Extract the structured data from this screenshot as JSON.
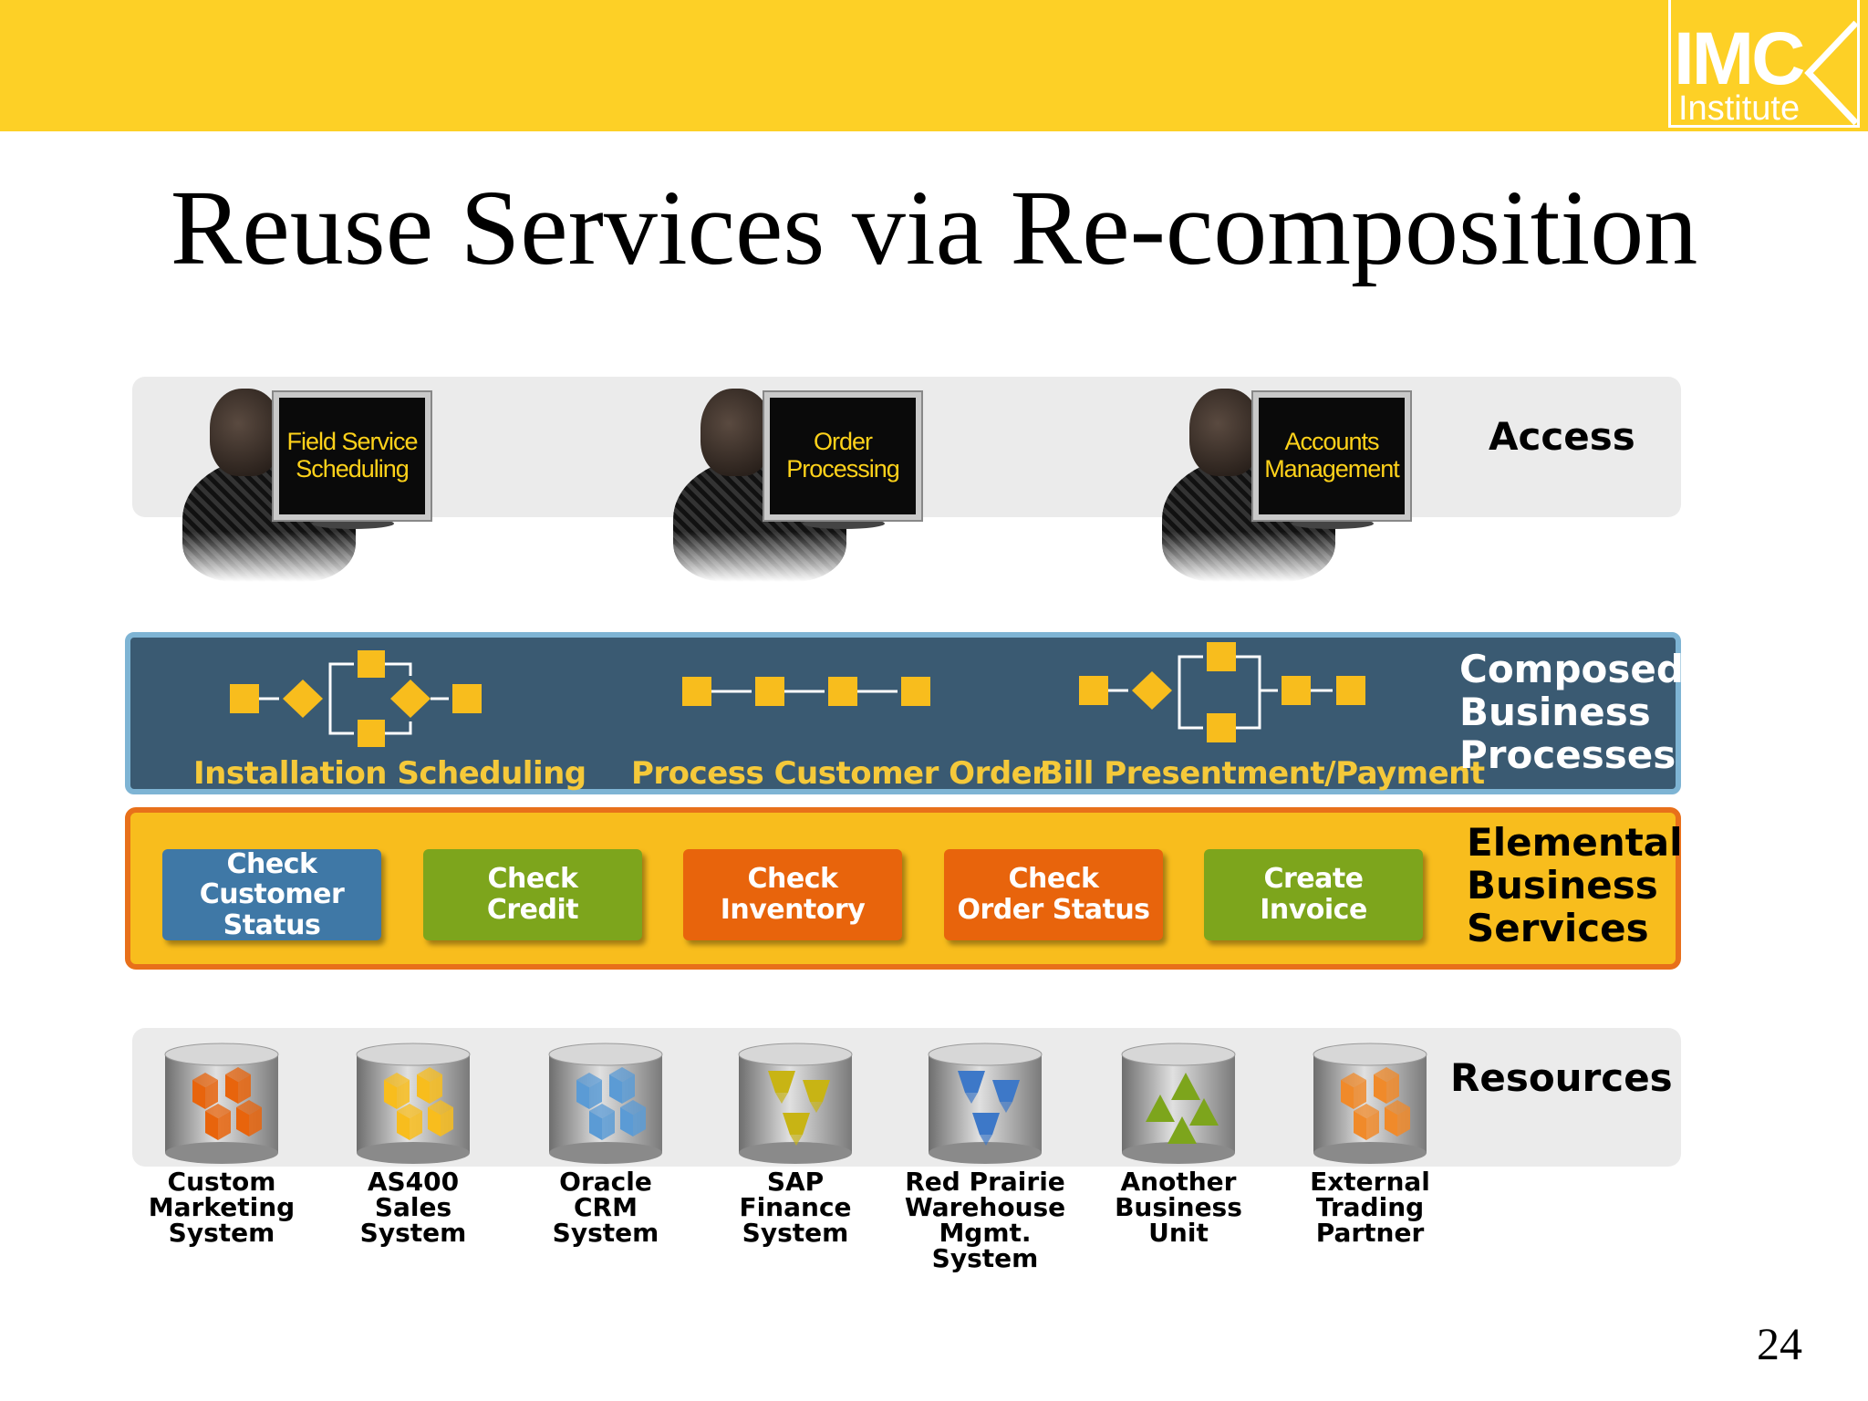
{
  "header": {
    "logo_main": "IMC",
    "logo_sub": "Institute",
    "title": "Reuse Services via Re-composition"
  },
  "access": {
    "label": "Access",
    "screens": [
      "Field Service Scheduling",
      "Order Processing",
      "Accounts Management"
    ]
  },
  "composed": {
    "label_lines": [
      "Composed",
      "Business",
      "Processes"
    ],
    "processes": [
      "Installation Scheduling",
      "Process Customer Order",
      "Bill Presentment/Payment"
    ]
  },
  "elemental": {
    "label_lines": [
      "Elemental",
      "Business",
      "Services"
    ],
    "services": [
      {
        "line1": "Check",
        "line2": "Customer Status",
        "color": "#3f78a6"
      },
      {
        "line1": "Check",
        "line2": "Credit",
        "color": "#7da51c"
      },
      {
        "line1": "Check",
        "line2": "Inventory",
        "color": "#e8640c"
      },
      {
        "line1": "Check",
        "line2": "Order Status",
        "color": "#e8640c"
      },
      {
        "line1": "Create",
        "line2": "Invoice",
        "color": "#7da51c"
      }
    ]
  },
  "resources": {
    "label": "Resources",
    "systems": [
      {
        "lines": [
          "Custom",
          "Marketing",
          "System"
        ],
        "color": "#e8640c",
        "icon": "cubes-icon"
      },
      {
        "lines": [
          "AS400",
          "Sales",
          "System"
        ],
        "color": "#f8bd1d",
        "icon": "cubes-icon"
      },
      {
        "lines": [
          "Oracle",
          "CRM",
          "System"
        ],
        "color": "#5b9bd5",
        "icon": "cubes-icon"
      },
      {
        "lines": [
          "SAP",
          "Finance",
          "System"
        ],
        "color": "#c8b414",
        "icon": "prisms-icon"
      },
      {
        "lines": [
          "Red Prairie",
          "Warehouse",
          "Mgmt. System"
        ],
        "color": "#3d78c8",
        "icon": "prisms-icon"
      },
      {
        "lines": [
          "Another",
          "Business",
          "Unit"
        ],
        "color": "#7da51c",
        "icon": "pyramids-icon"
      },
      {
        "lines": [
          "External",
          "Trading",
          "Partner"
        ],
        "color": "#f08a2a",
        "icon": "cubes-icon"
      }
    ]
  },
  "colors": {
    "band_yellow": "#fdd026",
    "composed_bg": "#3a5a72",
    "composed_border": "#7eb4d4",
    "process_label": "#f5c93a",
    "flow_node": "#f8bd1d",
    "elemental_bg": "#f8bd1d",
    "elemental_border": "#e8701a"
  },
  "footer": {
    "page_number": "24"
  }
}
